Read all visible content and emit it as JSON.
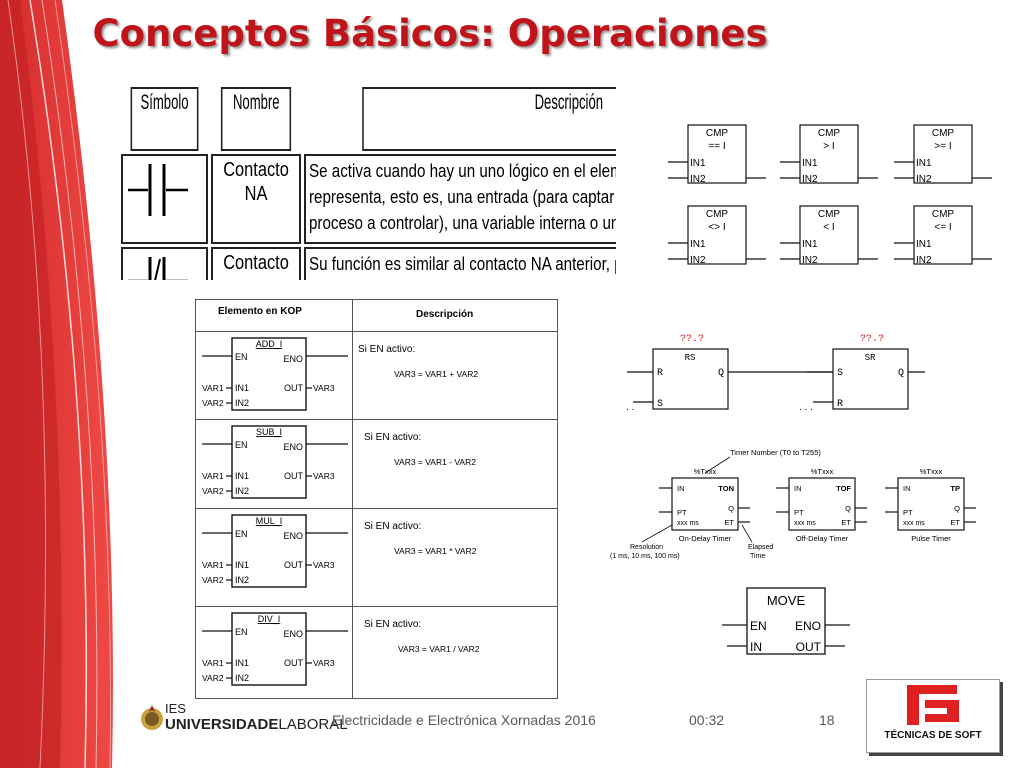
{
  "slide": {
    "title": "Conceptos Básicos: Operaciones"
  },
  "contact_table": {
    "headers": [
      "Símbolo",
      "Nombre",
      "Descripción"
    ],
    "rows": [
      {
        "name_lines": [
          "Contacto",
          "NA"
        ],
        "desc_lines": [
          "Se activa cuando hay un uno lógico en el elemento que",
          "representa, esto es, una entrada (para captar información del",
          "proceso a controlar), una variable interna o un bit de sistema."
        ]
      },
      {
        "name_lines": [
          "Contacto"
        ],
        "desc_lines": [
          "Su función es similar al contacto NA anterior, pero en este caso"
        ]
      }
    ]
  },
  "kop_table": {
    "headers": [
      "Elemento en KOP",
      "Descripción"
    ],
    "rows": [
      {
        "block": "ADD_I",
        "cond": "Si EN activo:",
        "formula": "VAR3 = VAR1 + VAR2"
      },
      {
        "block": "SUB_I",
        "cond": "Si EN activo:",
        "formula": "VAR3 = VAR1 - VAR2"
      },
      {
        "block": "MUL_I",
        "cond": "Si EN activo:",
        "formula": "VAR3 = VAR1 * VAR2"
      },
      {
        "block": "DIV_I",
        "cond": "Si EN activo:",
        "formula": "VAR3 = VAR1 / VAR2"
      }
    ],
    "pins": {
      "en": "EN",
      "eno": "ENO",
      "in1": "IN1",
      "in2": "IN2",
      "out": "OUT",
      "var1": "VAR1",
      "var2": "VAR2",
      "var3": "VAR3"
    }
  },
  "compare_blocks": {
    "title": "CMP",
    "ops": [
      "== I",
      "> I",
      ">= I",
      "<> I",
      "< I",
      "<= I"
    ],
    "in1": "IN1",
    "in2": "IN2"
  },
  "flipflops": [
    {
      "name": "RS",
      "label": "??.?",
      "top_in": "R",
      "bottom_in": "S",
      "out": "Q",
      "dots": ". ."
    },
    {
      "name": "SR",
      "label": "??.?",
      "top_in": "S",
      "bottom_in": "R",
      "out": "Q",
      "dots": ". . ."
    }
  ],
  "timers": {
    "note": "Timer Number (T0 to T255)",
    "blocks": [
      {
        "label": "%Txxx",
        "in": "IN",
        "type": "TON",
        "pt": "PT",
        "q": "Q",
        "ms": "xxx ms",
        "et": "ET",
        "caption": "On-Delay Timer"
      },
      {
        "label": "%Txxx",
        "in": "IN",
        "type": "TOF",
        "pt": "PT",
        "q": "Q",
        "ms": "xxx ms",
        "et": "ET",
        "caption": "Off-Delay Timer"
      },
      {
        "label": "%Txxx",
        "in": "IN",
        "type": "TP",
        "pt": "PT",
        "q": "Q",
        "ms": "xxx ms",
        "et": "ET",
        "caption": "Pulse Timer"
      }
    ],
    "resolution_lines": [
      "Resolution",
      "(1 ms, 10 ms, 100 ms)"
    ],
    "elapsed_lines": [
      "Elapsed",
      "Time"
    ]
  },
  "move_block": {
    "title": "MOVE",
    "en": "EN",
    "eno": "ENO",
    "in": "IN",
    "out": "OUT"
  },
  "footer": {
    "logo_line1": "IES",
    "logo_bold": "UNIVERSIDADE",
    "logo_light": "LABORAL",
    "center_text": "Electricidade e Electrónica Xornadas 2016",
    "time": "00:32",
    "page": "18",
    "right_logo_text": "TÉCNICAS DE SOFT"
  },
  "colors": {
    "title": "#c0141b",
    "accent_red": "#e03030",
    "dark_red": "#b01818",
    "flipflop_label": "#d02020"
  }
}
